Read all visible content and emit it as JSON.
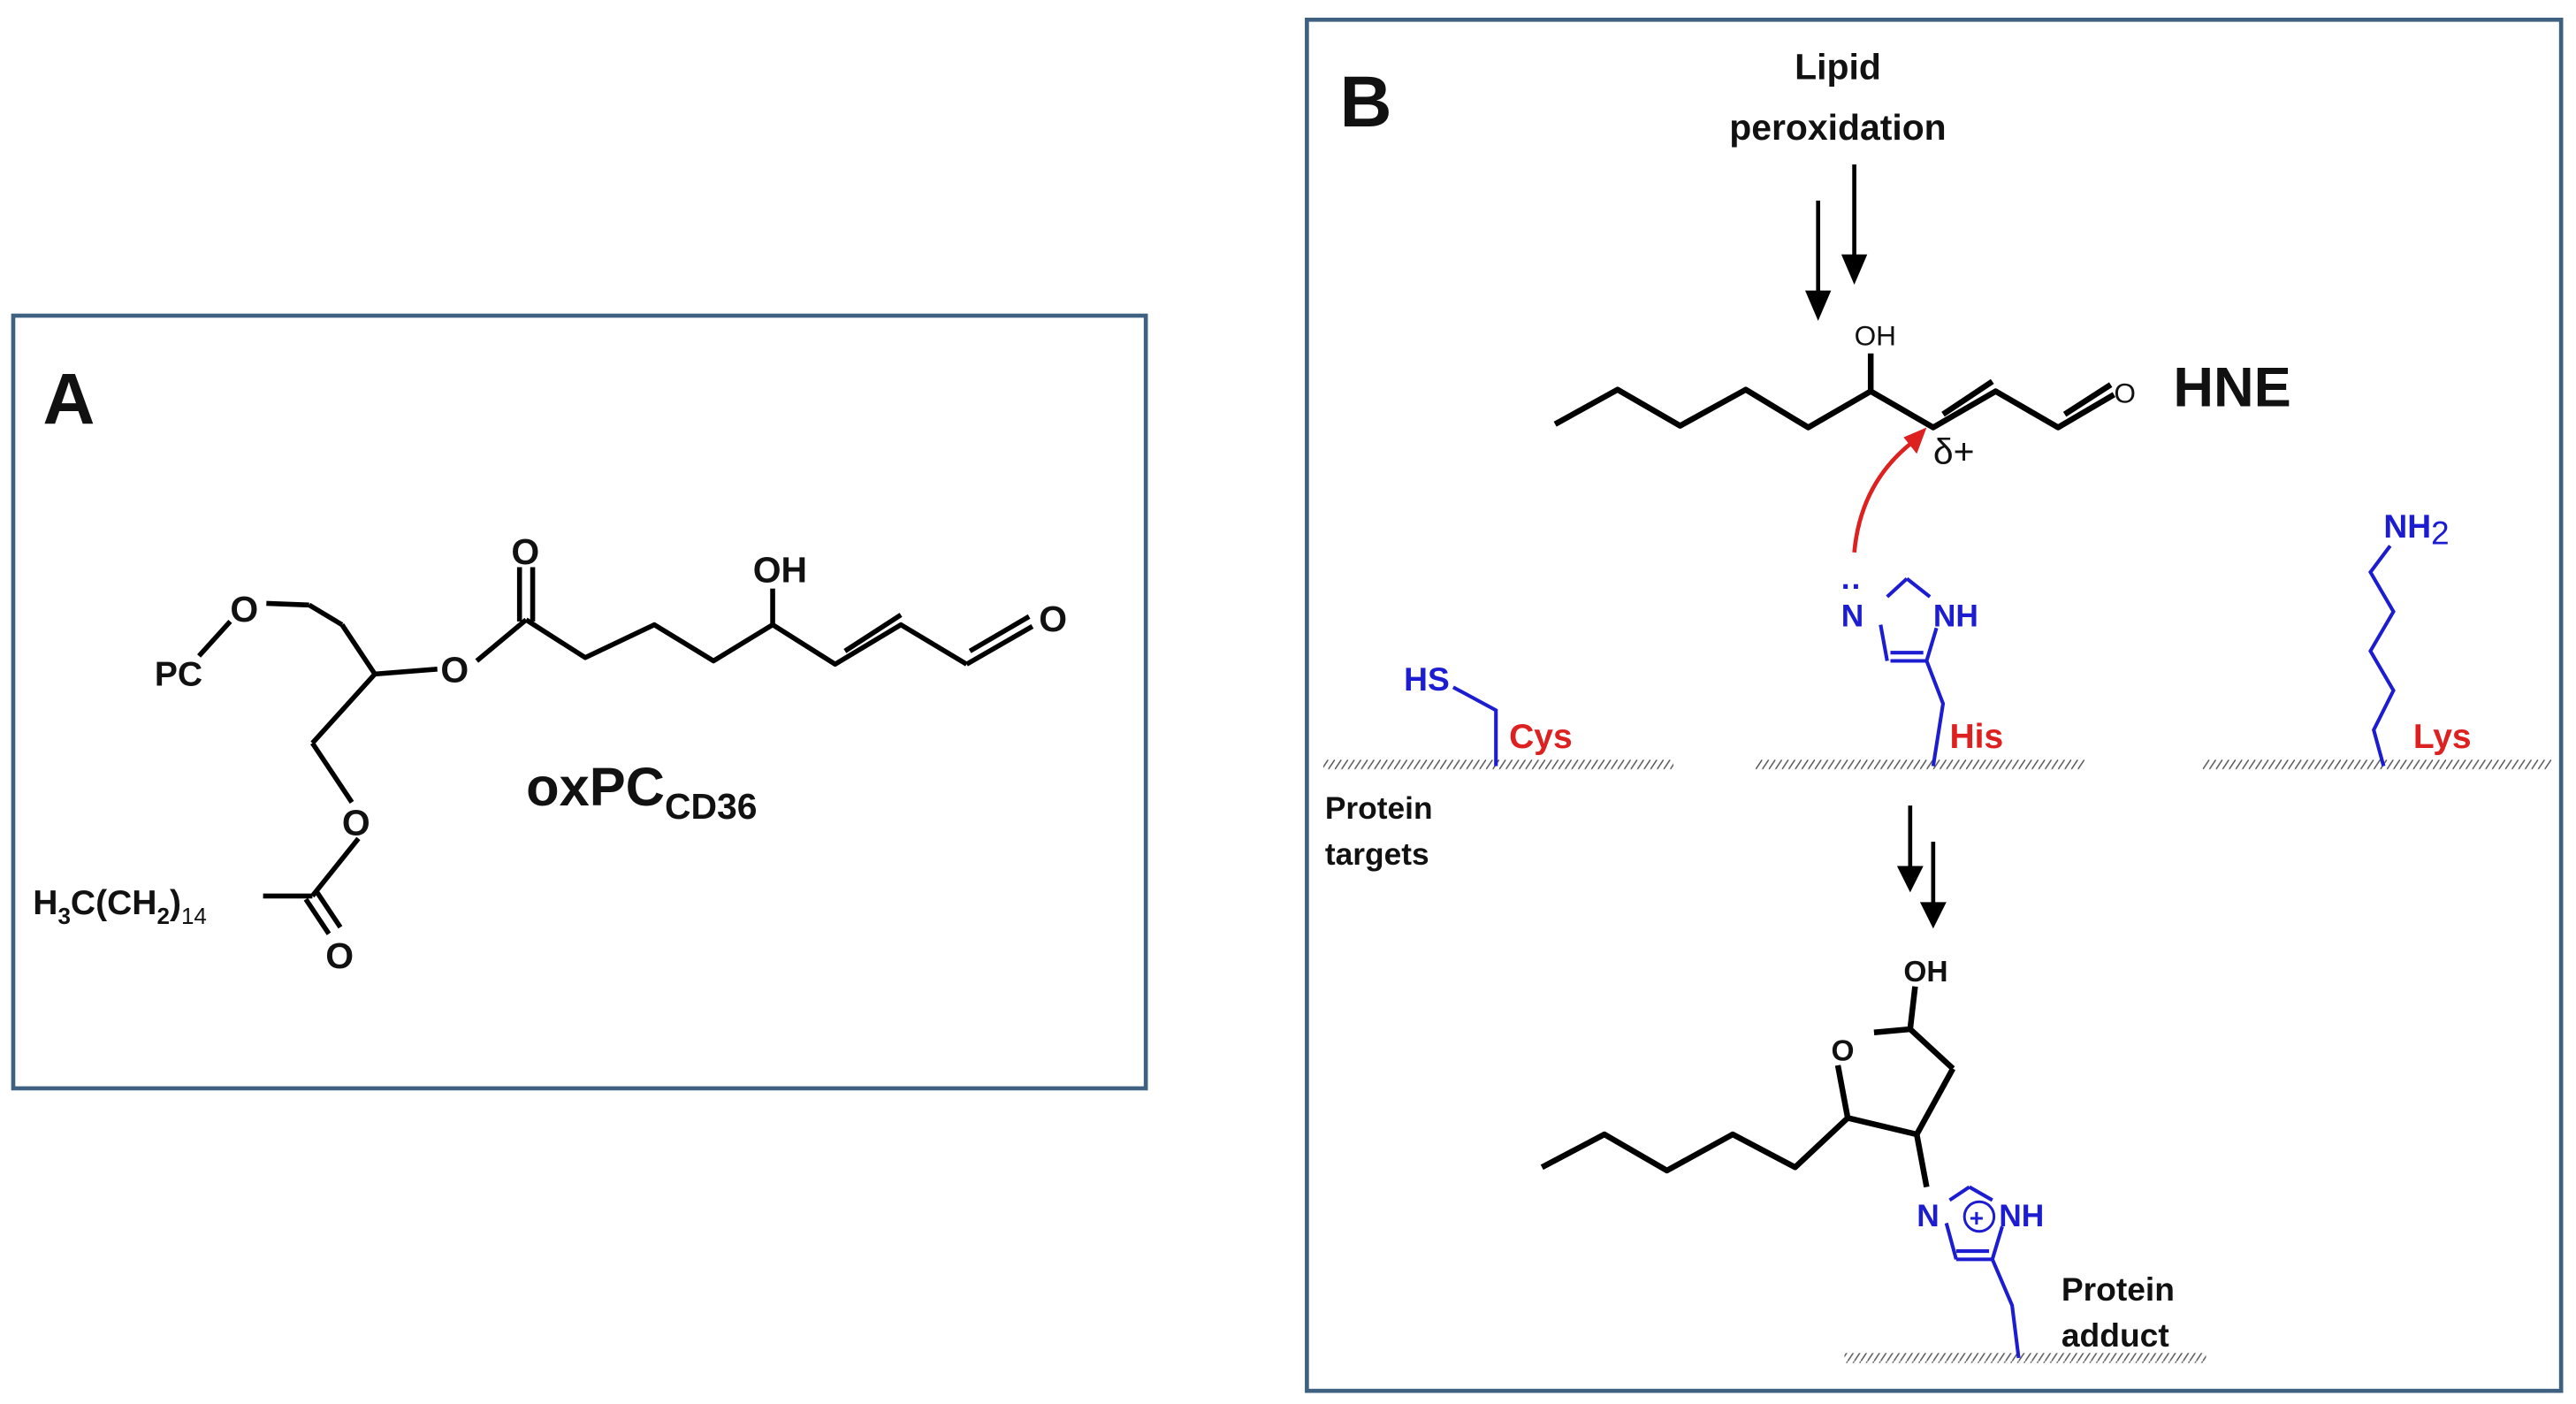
{
  "colors": {
    "frame": "#3e6182",
    "bond": "#000000",
    "residue": "#1c1cd0",
    "residue_name": "#dd2020",
    "electron_arrow": "#dd2020",
    "surface": "#555555"
  },
  "panel_a": {
    "letter": "A",
    "compound_main": "oxPC",
    "compound_sub": "CD36",
    "atoms": {
      "pc": "PC",
      "o_ether": "O",
      "o_ester1": "O",
      "o_carbonyl1": "O",
      "oh": "OH",
      "o_aldehyde": "O",
      "o_ester2": "O",
      "o_carbonyl2": "O",
      "chain_h3c": "H",
      "chain_3": "3",
      "chain_c": "C(CH",
      "chain_2": "2",
      "chain_close": ")",
      "chain_14": "14"
    }
  },
  "panel_b": {
    "letter": "B",
    "source_line1": "Lipid",
    "source_line2": "peroxidation",
    "hne_label": "HNE",
    "hne_oh": "OH",
    "hne_o": "O",
    "delta_plus": "δ+",
    "targets_line1": "Protein",
    "targets_line2": "targets",
    "cys": {
      "group": "HS",
      "name": "Cys"
    },
    "his": {
      "n_left": "N",
      "nh": "NH",
      "lone_pair": "··",
      "name": "His"
    },
    "lys": {
      "group": "NH",
      "sub": "2",
      "name": "Lys"
    },
    "adduct": {
      "oh": "OH",
      "ring_o": "O",
      "n_plus": "N",
      "plus": "+",
      "nh": "NH",
      "line1": "Protein",
      "line2": "adduct"
    }
  }
}
